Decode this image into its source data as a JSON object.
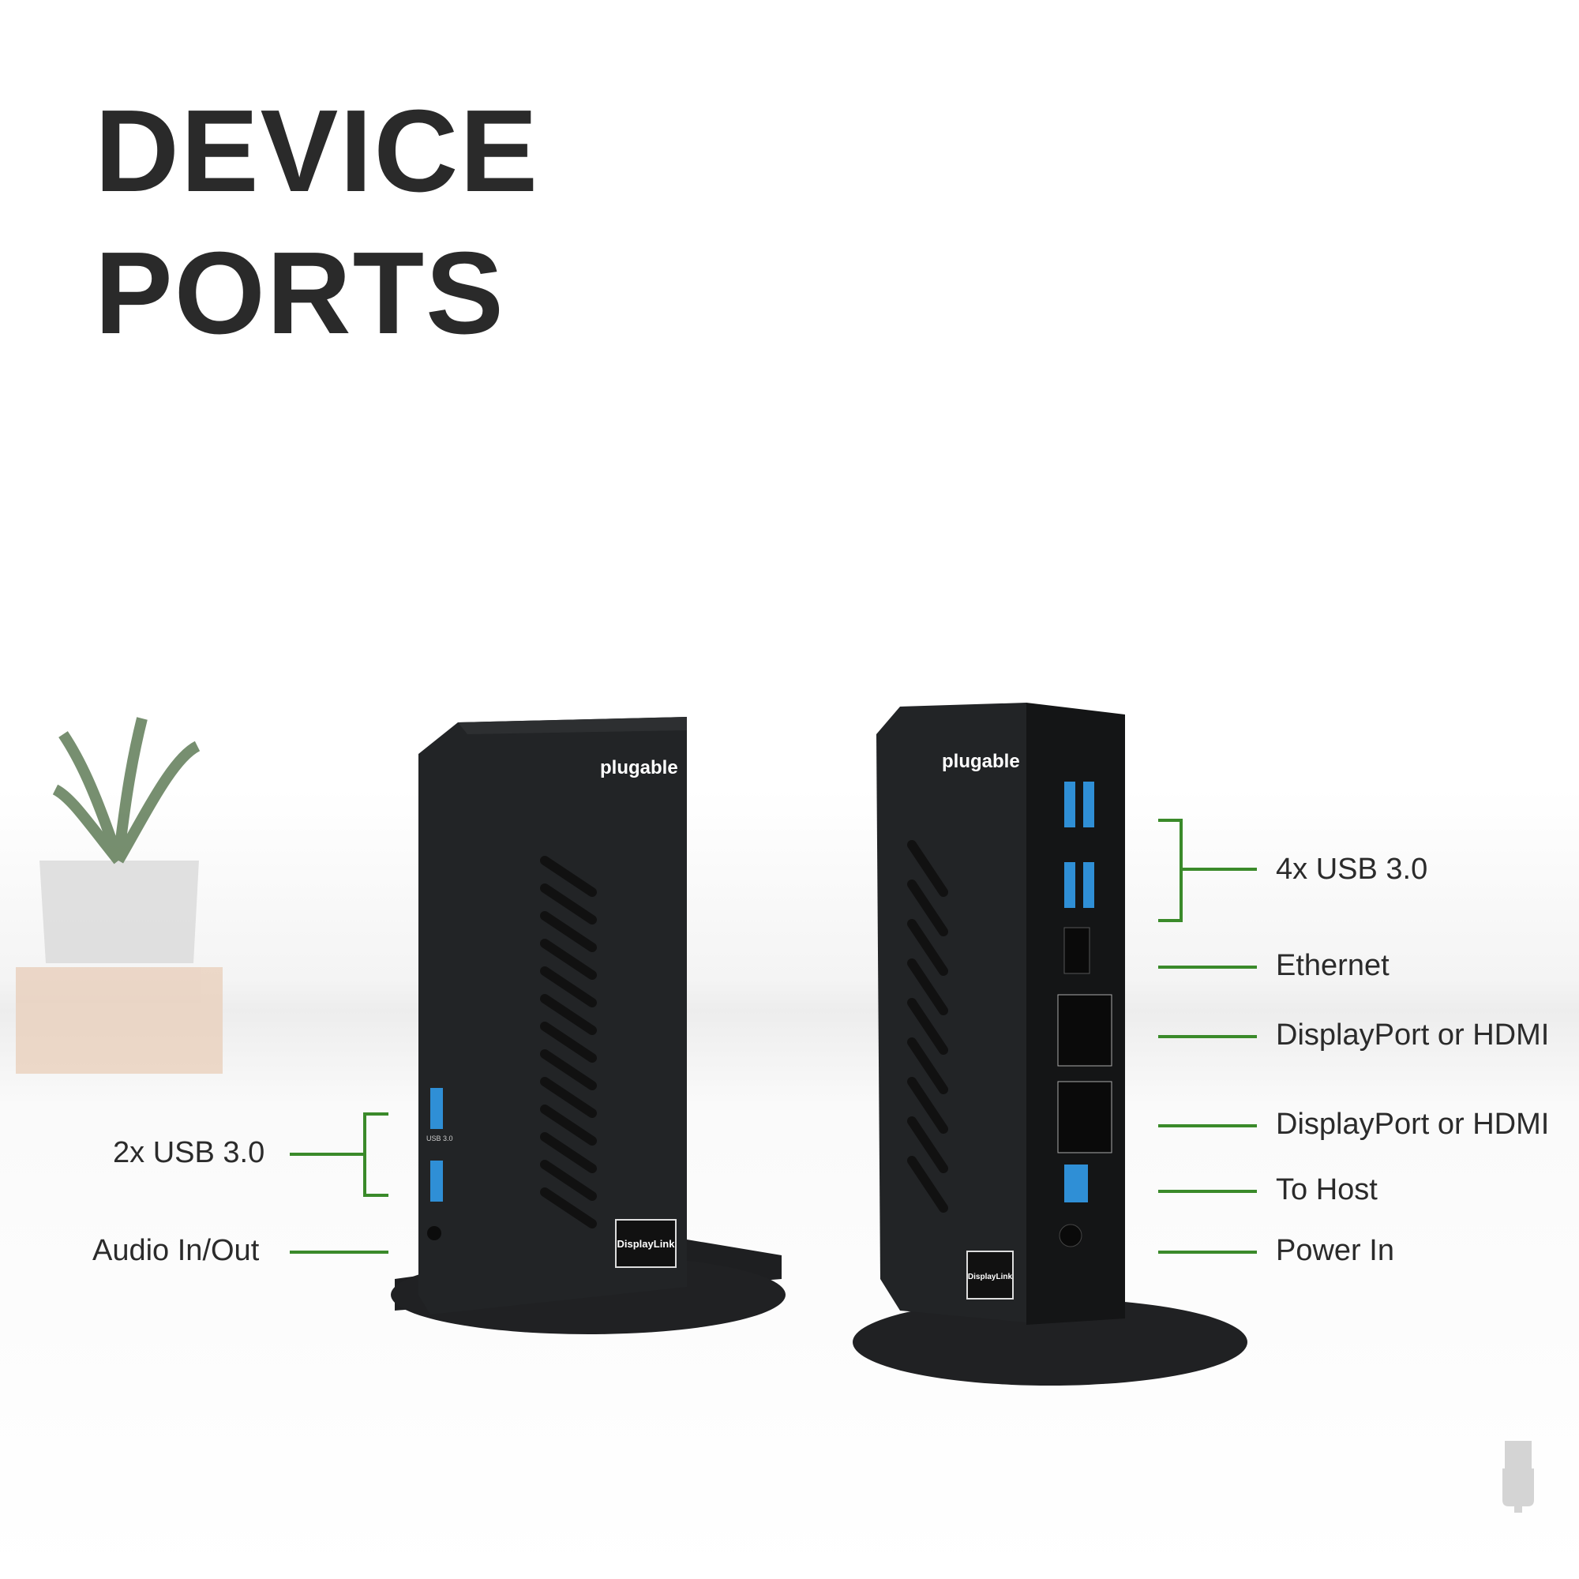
{
  "title": {
    "line1": "DEVICE",
    "line2": "PORTS"
  },
  "left_labels": [
    {
      "text": "2x USB 3.0"
    },
    {
      "text": "Audio In/Out"
    }
  ],
  "right_labels": [
    {
      "text": "4x USB 3.0"
    },
    {
      "text": "Ethernet"
    },
    {
      "text": "DisplayPort or HDMI"
    },
    {
      "text": "DisplayPort or HDMI"
    },
    {
      "text": "To Host"
    },
    {
      "text": "Power In"
    }
  ],
  "device": {
    "brand": "plugable",
    "badge": "DisplayLink",
    "port_label": "USB 3.0"
  },
  "colors": {
    "accent": "#3a8a2a",
    "device": "#222426",
    "usb_port": "#2f8fd6"
  },
  "icons": [
    "usb-plug-icon"
  ]
}
